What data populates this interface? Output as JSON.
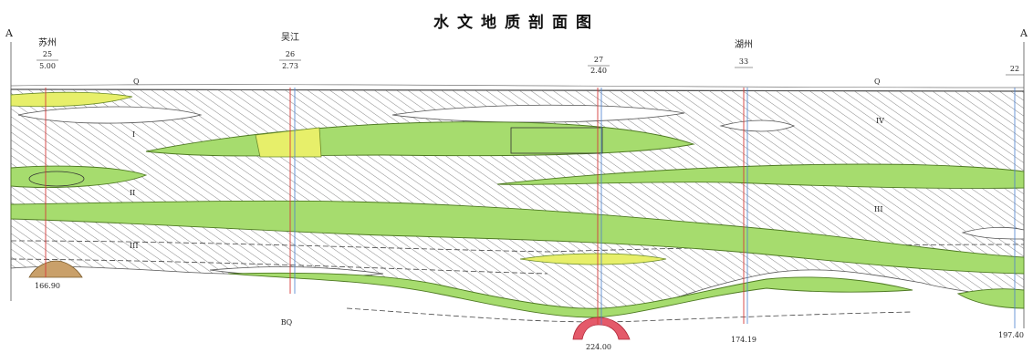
{
  "title": "水文地质剖面图",
  "section_ends": {
    "left": "A",
    "right": "A"
  },
  "wells": [
    {
      "name": "苏州",
      "code": "25",
      "elev": "5.00",
      "depth": "166.90"
    },
    {
      "name": "吴江",
      "code": "26",
      "elev": "2.73",
      "depth": "BQ"
    },
    {
      "name": "",
      "code": "27",
      "elev": "2.40",
      "depth": "224.00"
    },
    {
      "name": "湖州",
      "code": "33",
      "elev": "",
      "depth": "174.19"
    },
    {
      "name": "",
      "code": "22",
      "elev": "",
      "depth": "197.40"
    }
  ],
  "layer_labels": {
    "q_top": "Q",
    "aquifer_i": "I",
    "aquifer_ii": "II",
    "aquifer_iii": "III",
    "aquifer_iv": "IV"
  },
  "colors": {
    "aquifer_green": "#a6dc6e",
    "aquifer_yellow": "#e7ef6a",
    "clay_hatch": "#6b6b6b",
    "well_line": "#d63a3a",
    "well_line_blue": "#4a7fd0",
    "bedrock_pink": "#e45a6a",
    "bedrock_brown": "#c9a06a"
  }
}
